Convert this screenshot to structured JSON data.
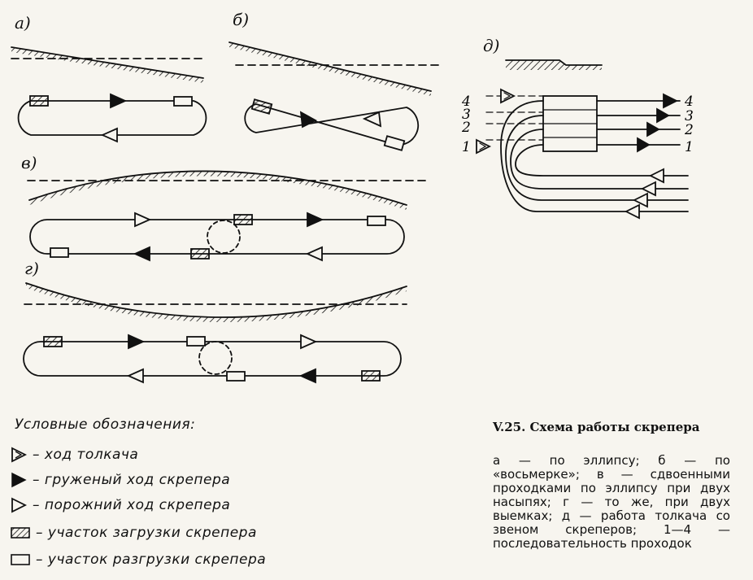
{
  "panels": {
    "a": "а)",
    "b": "б)",
    "v": "в)",
    "g": "г)",
    "d": "д)"
  },
  "pass_numbers": [
    "1",
    "2",
    "3",
    "4"
  ],
  "legend": {
    "title": "Условные обозначения:",
    "items": [
      {
        "icon": "pusher-triangle-icon",
        "text": "– ход толкача"
      },
      {
        "icon": "filled-triangle-icon",
        "text": "– груженый ход скрепера"
      },
      {
        "icon": "open-triangle-icon",
        "text": "– порожний ход скрепера"
      },
      {
        "icon": "hatched-rectangle-icon",
        "text": "– участок загрузки скрепера"
      },
      {
        "icon": "empty-rectangle-icon",
        "text": "– участок разгрузки скрепера"
      }
    ]
  },
  "caption": {
    "title": "V.25. Схема работы скрепера",
    "body": "а — по эллипсу; б — по «восьмерке»; в — сдвоенными проходками по эллипсу при двух насыпях; г — то же, при двух выемках; д — работа толкача со звеном скреперов; 1—4 — последовательность проходок"
  }
}
